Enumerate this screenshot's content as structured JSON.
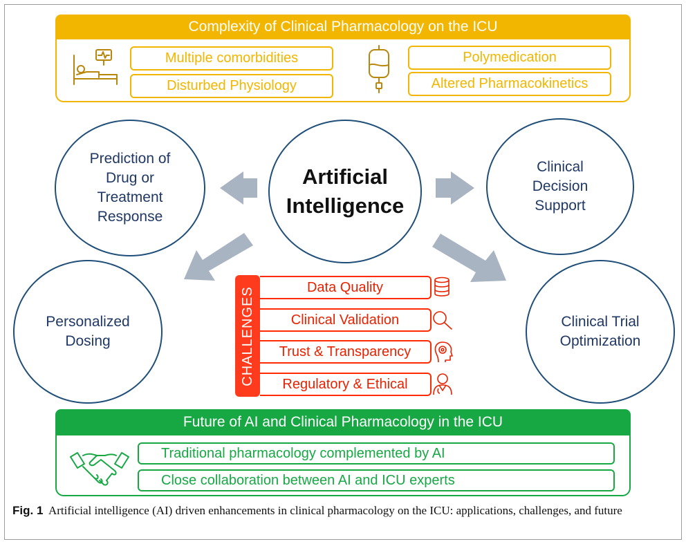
{
  "complexity": {
    "title": "Complexity of Clinical Pharmacology on the ICU",
    "items": [
      "Multiple comorbidities",
      "Disturbed Physiology",
      "Polymedication",
      "Altered Pharmacokinetics"
    ],
    "icons": [
      "hospital-bed-icon",
      "iv-bag-icon"
    ]
  },
  "center": "Artificial\nIntelligence",
  "applications": {
    "prediction": "Prediction of\nDrug or\nTreatment\nResponse",
    "decision": "Clinical\nDecision\nSupport",
    "dosing": "Personalized\nDosing",
    "trial": "Clinical Trial\nOptimization"
  },
  "challenges": {
    "label": "CHALLENGES",
    "items": [
      "Data Quality",
      "Clinical Validation",
      "Trust & Transparency",
      "Regulatory & Ethical"
    ],
    "icons": [
      "database-icon",
      "magnifier-icon",
      "brain-gear-icon",
      "doctor-icon"
    ]
  },
  "future": {
    "title": "Future of AI and Clinical Pharmacology in the ICU",
    "items": [
      "Traditional pharmacology complemented by AI",
      "Close collaboration between AI and ICU experts"
    ],
    "icon": "handshake-icon"
  },
  "caption": {
    "label": "Fig. 1",
    "text": "Artificial intelligence (AI) driven enhancements in clinical pharmacology on the ICU: applications, challenges, and future"
  },
  "colors": {
    "yellow": "#f2b600",
    "navy": "#1f4e79",
    "red": "#ff2a00",
    "green": "#17a844",
    "arrow": "#a9b4c2"
  }
}
